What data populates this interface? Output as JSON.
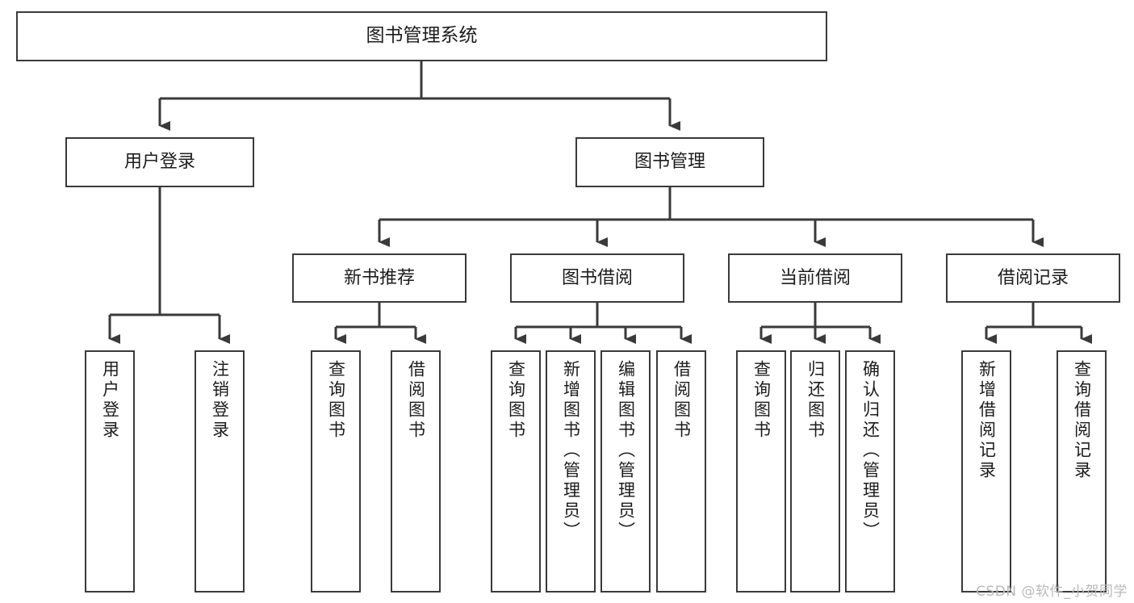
{
  "diagram": {
    "title": "图书管理系统",
    "watermark": "CSDN @软件_小贺同学",
    "colors": {
      "box_border": "#3a3a3a",
      "box_fill": "#ffffff",
      "line": "#3a3a3a",
      "text": "#1c1c1c",
      "watermark": "#b9b9b9"
    },
    "root": {
      "label": "图书管理系统"
    },
    "level2": [
      {
        "label": "用户登录"
      },
      {
        "label": "图书管理"
      }
    ],
    "level3": [
      {
        "label": "新书推荐"
      },
      {
        "label": "图书借阅"
      },
      {
        "label": "当前借阅"
      },
      {
        "label": "借阅记录"
      }
    ],
    "leaves": {
      "user_login": [
        {
          "label": "用户登录"
        },
        {
          "label": "注销登录"
        }
      ],
      "new_book_recommend": [
        {
          "label": "查询图书"
        },
        {
          "label": "借阅图书"
        }
      ],
      "book_borrow": [
        {
          "label": "查询图书"
        },
        {
          "label": "新增图书（管理员）"
        },
        {
          "label": "编辑图书（管理员）"
        },
        {
          "label": "借阅图书"
        }
      ],
      "current_borrow": [
        {
          "label": "查询图书"
        },
        {
          "label": "归还图书"
        },
        {
          "label": "确认归还（管理员）"
        }
      ],
      "borrow_record": [
        {
          "label": "新增借阅记录"
        },
        {
          "label": "查询借阅记录"
        }
      ]
    }
  }
}
